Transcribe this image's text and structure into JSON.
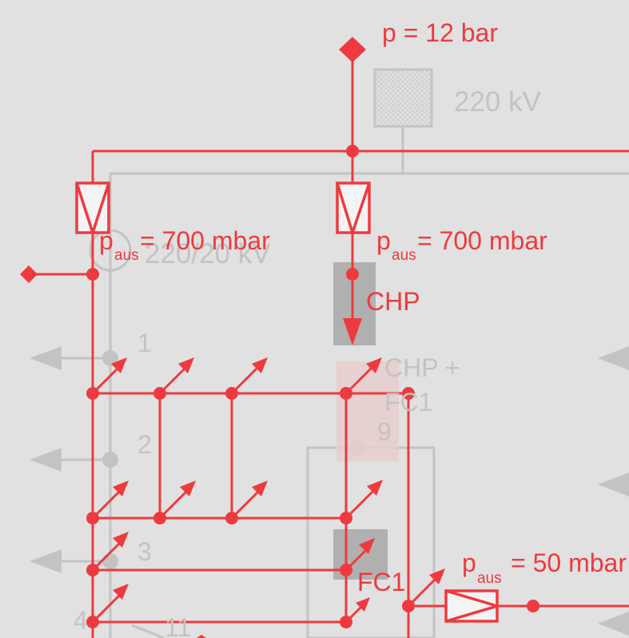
{
  "colors": {
    "background": "#e1e1e1",
    "gas_network": "#ee3a3e",
    "electric_network": "#c3c3c3",
    "unit_box": "#b0b0b0",
    "highlight_box": "#e8cccc"
  },
  "labels": {
    "source_pressure": "p = 12 bar",
    "transformer_main": "220 kV",
    "transformer_sub": "220/20 kV",
    "reg_left_p": "p",
    "reg_left_sub": "aus",
    "reg_left_val": "= 700 mbar",
    "reg_mid_p": "p",
    "reg_mid_sub": "aus",
    "reg_mid_val": "= 700 mbar",
    "reg_right_p": "p",
    "reg_right_sub": "aus",
    "reg_right_val": "= 50 mbar",
    "chp": "CHP",
    "chp_fc1_line1": "CHP +",
    "chp_fc1_line2": "FC1",
    "fc1": "FC1",
    "node_1": "1",
    "node_2": "2",
    "node_3": "3",
    "node_4": "4",
    "node_9": "9",
    "node_11": "11"
  },
  "icons": {
    "source": "diamond-source-icon",
    "regulator": "pressure-regulator-icon",
    "load": "load-arrow-icon",
    "transformer": "transformer-icon"
  }
}
